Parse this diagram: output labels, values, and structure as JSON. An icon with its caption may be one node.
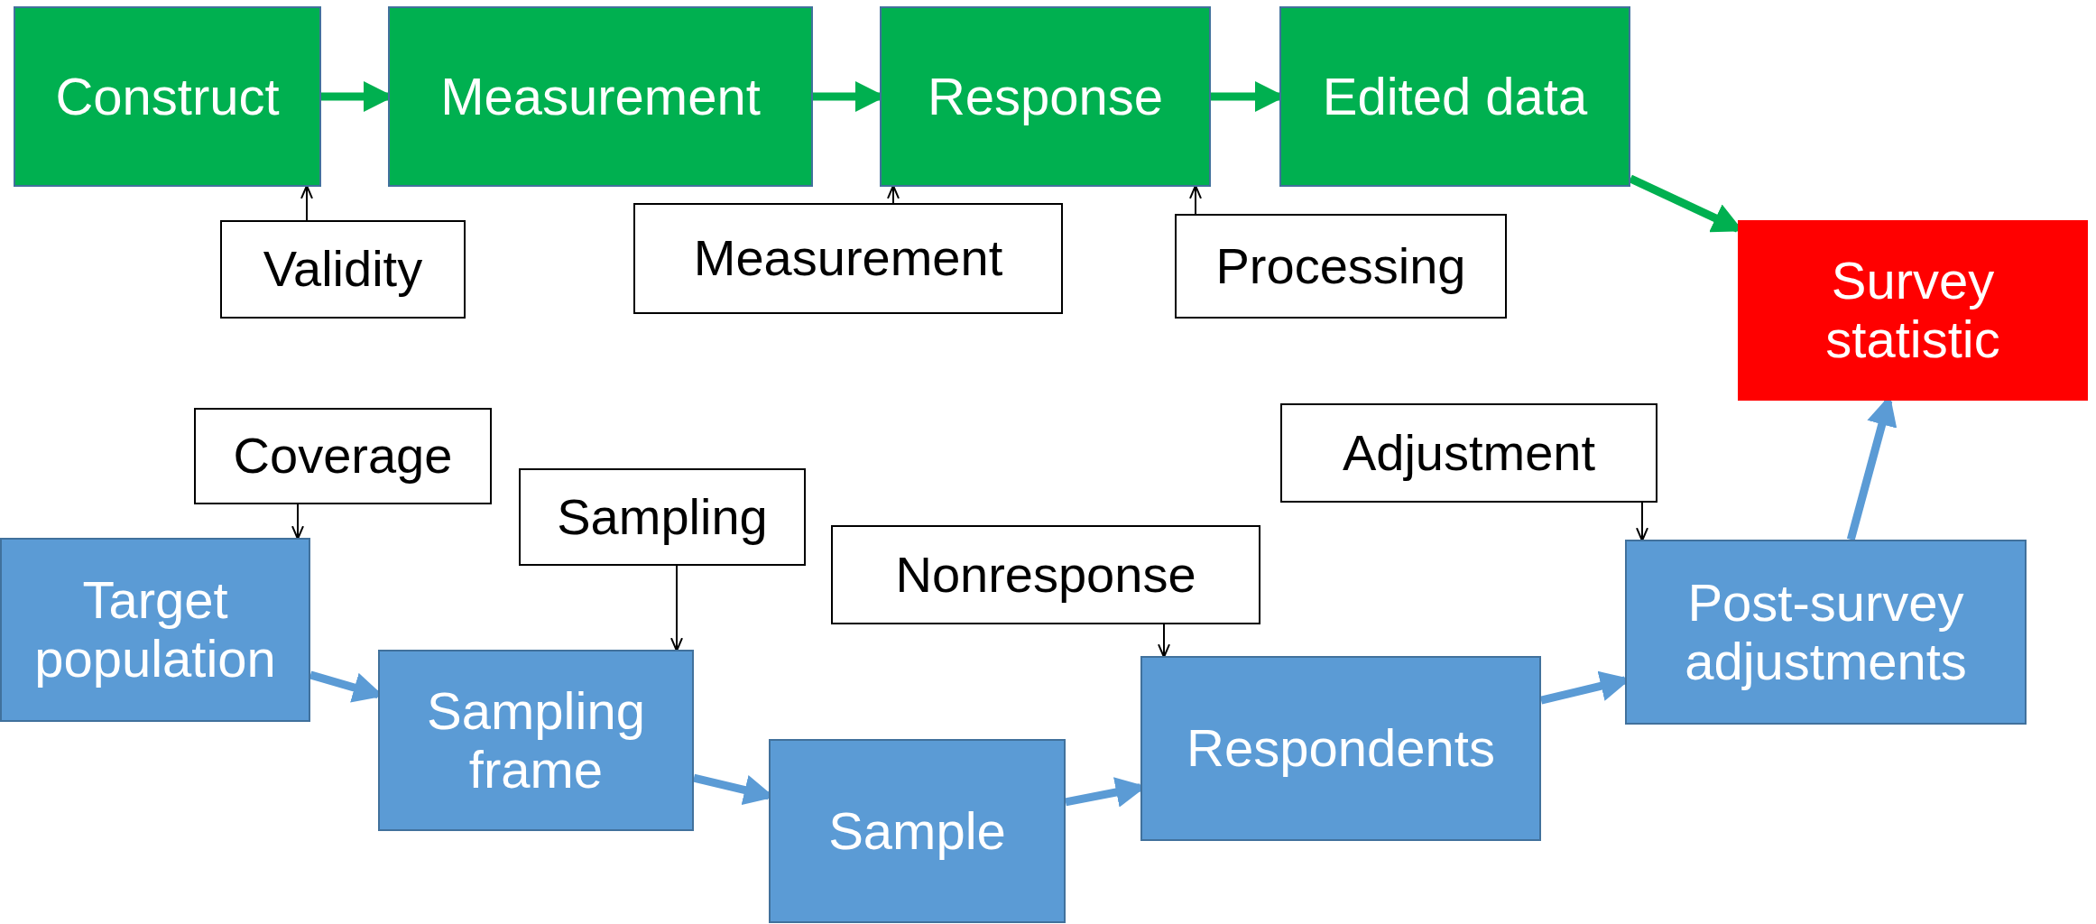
{
  "diagram": {
    "nodes": [
      {
        "text": [
          "Construct"
        ]
      },
      {
        "text": [
          "Measurement"
        ]
      },
      {
        "text": [
          "Response"
        ]
      },
      {
        "text": [
          "Edited data"
        ]
      },
      {
        "text": [
          "Survey statistic"
        ]
      },
      {
        "text": [
          "Validity"
        ]
      },
      {
        "text": [
          "Measurement"
        ]
      },
      {
        "text": [
          "Processing"
        ]
      },
      {
        "text": [
          "Coverage"
        ]
      },
      {
        "text": [
          "Sampling"
        ]
      },
      {
        "text": [
          "Nonresponse"
        ]
      },
      {
        "text": [
          "Adjustment"
        ]
      },
      {
        "text": [
          "Target population"
        ]
      },
      {
        "text": [
          "Sampling frame"
        ]
      },
      {
        "text": [
          "Sample"
        ]
      },
      {
        "text": [
          "Respondents"
        ]
      },
      {
        "text": [
          "Post-survey adjustments"
        ]
      }
    ],
    "edges": [
      {
        "from": 0,
        "to": 1,
        "arrow": "to",
        "color": "#00b050"
      },
      {
        "from": 1,
        "to": 2,
        "arrow": "to",
        "color": "#00b050"
      },
      {
        "from": 2,
        "to": 3,
        "arrow": "to",
        "color": "#00b050"
      },
      {
        "from": 3,
        "to": 4,
        "arrow": "to",
        "color": "#00b050"
      },
      {
        "from": 5,
        "to": 0,
        "arrow": "to"
      },
      {
        "from": 6,
        "to": 2,
        "arrow": "to"
      },
      {
        "from": 7,
        "to": 2,
        "arrow": "to"
      },
      {
        "from": 8,
        "to": 12,
        "arrow": "to"
      },
      {
        "from": 9,
        "to": 13,
        "arrow": "to"
      },
      {
        "from": 10,
        "to": 15,
        "arrow": "to"
      },
      {
        "from": 11,
        "to": 16,
        "arrow": "to"
      },
      {
        "from": 12,
        "to": 13,
        "arrow": "to",
        "color": "#5b9bd5"
      },
      {
        "from": 13,
        "to": 14,
        "arrow": "to",
        "color": "#5b9bd5"
      },
      {
        "from": 14,
        "to": 15,
        "arrow": "to",
        "color": "#5b9bd5"
      },
      {
        "from": 15,
        "to": 16,
        "arrow": "to",
        "color": "#5b9bd5"
      },
      {
        "from": 16,
        "to": 4,
        "arrow": "to",
        "color": "#5b9bd5"
      }
    ]
  }
}
